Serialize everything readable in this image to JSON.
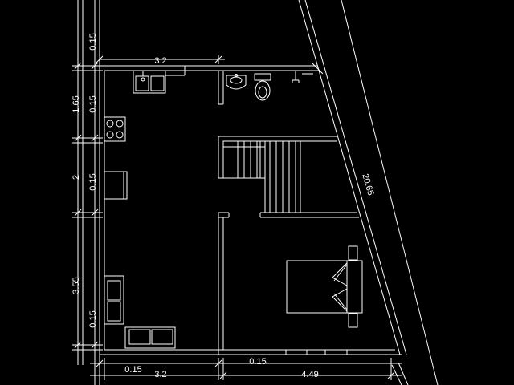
{
  "colors": {
    "background": "#000000",
    "lines": "#ffffff",
    "text": "#ffffff"
  },
  "dimensions": {
    "left_column": [
      "0.15",
      "1.65",
      "0.15",
      "2",
      "0.15",
      "3.55",
      "0.15"
    ],
    "top_width": "3.2",
    "bottom": [
      "0.15",
      "3.2",
      "0.15",
      "4.49"
    ],
    "diagonal": "20.65"
  },
  "fixtures": [
    "kitchen-sink-icon",
    "stove-icon",
    "fridge-icon",
    "washbasin-icon",
    "toilet-icon",
    "shower-icon",
    "staircase",
    "double-bed-icon",
    "sofa-icon"
  ]
}
